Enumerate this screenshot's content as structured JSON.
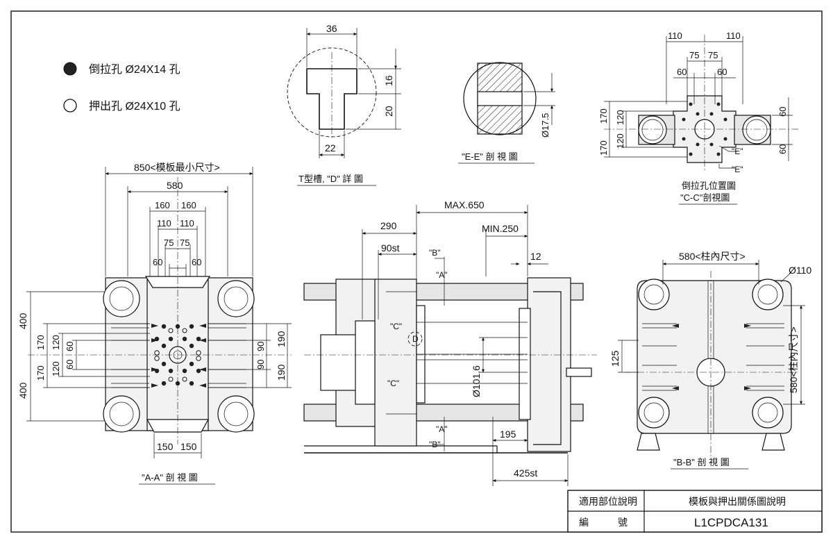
{
  "legend": {
    "pull_hole": "倒拉孔  Ø24X14  孔",
    "push_hole": "押出孔  Ø24X10  孔"
  },
  "labels": {
    "tslot": "T型槽, \"D\" 詳 圖",
    "ee": "\"E-E\" 剖 視 圖",
    "cc_top": "倒拉孔位置圖",
    "cc_bottom": "\"C-C\"剖視圖",
    "aa": "\"A-A\" 剖 視 圖",
    "bb": "\"B-B\" 剖 視 圖",
    "mark_a": "\"A\"",
    "mark_b": "\"B\"",
    "mark_c": "\"C\"",
    "mark_d": "D",
    "mark_e": "\"E\""
  },
  "dims": {
    "t_36": "36",
    "t_16": "16",
    "t_20": "20",
    "t_22": "22",
    "e_175": "Ø17.5",
    "c_110": "110",
    "c_75": "75",
    "c_60": "60",
    "c_170": "170",
    "c_120": "120",
    "a_850": "850<模板最小尺寸>",
    "a_580": "580",
    "a_160": "160",
    "a_110": "110",
    "a_75": "75",
    "a_60": "60",
    "a_400": "400",
    "a_170": "170",
    "a_120": "120",
    "a_90": "90",
    "a_190": "190",
    "a_150": "150",
    "s_max": "MAX.650",
    "s_min": "MIN.250",
    "s_290": "290",
    "s_90st": "90st",
    "s_12": "12",
    "s_1016": "Ø101.6",
    "s_195": "195",
    "s_425": "425st",
    "b_580": "580<柱內尺寸>",
    "b_580v": "580<柱內尺寸>",
    "b_110": "Ø110",
    "b_125": "125"
  },
  "title_block": {
    "row1_label": "適用部位說明",
    "row1_value": "模板與押出關係圖說明",
    "row2_label": "編　　　號",
    "row2_value": "L1CPDCA131"
  }
}
